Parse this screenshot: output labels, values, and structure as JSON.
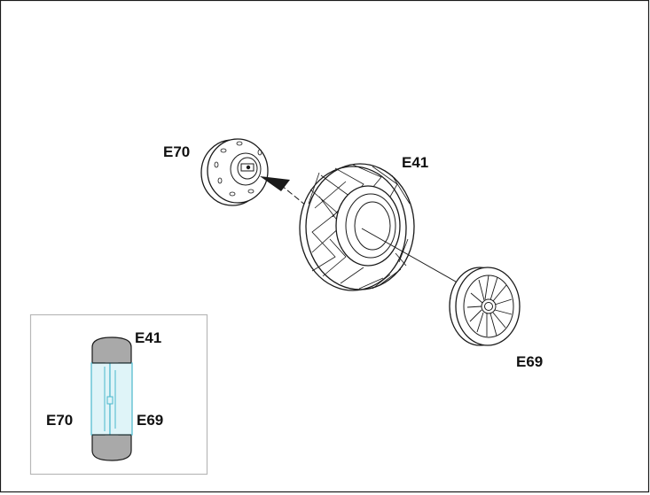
{
  "diagram": {
    "parts": {
      "hub_left": "E70",
      "tire": "E41",
      "hub_right": "E69"
    },
    "inset": {
      "tire": "E41",
      "hub_left": "E70",
      "hub_right": "E69"
    },
    "colors": {
      "line": "#1a1a1a",
      "inset_border": "#b8b8b8",
      "tire_fill": "#a9a9a9",
      "hub_fill": "#dff4f8",
      "hub_stroke": "#4ab7cc"
    }
  }
}
